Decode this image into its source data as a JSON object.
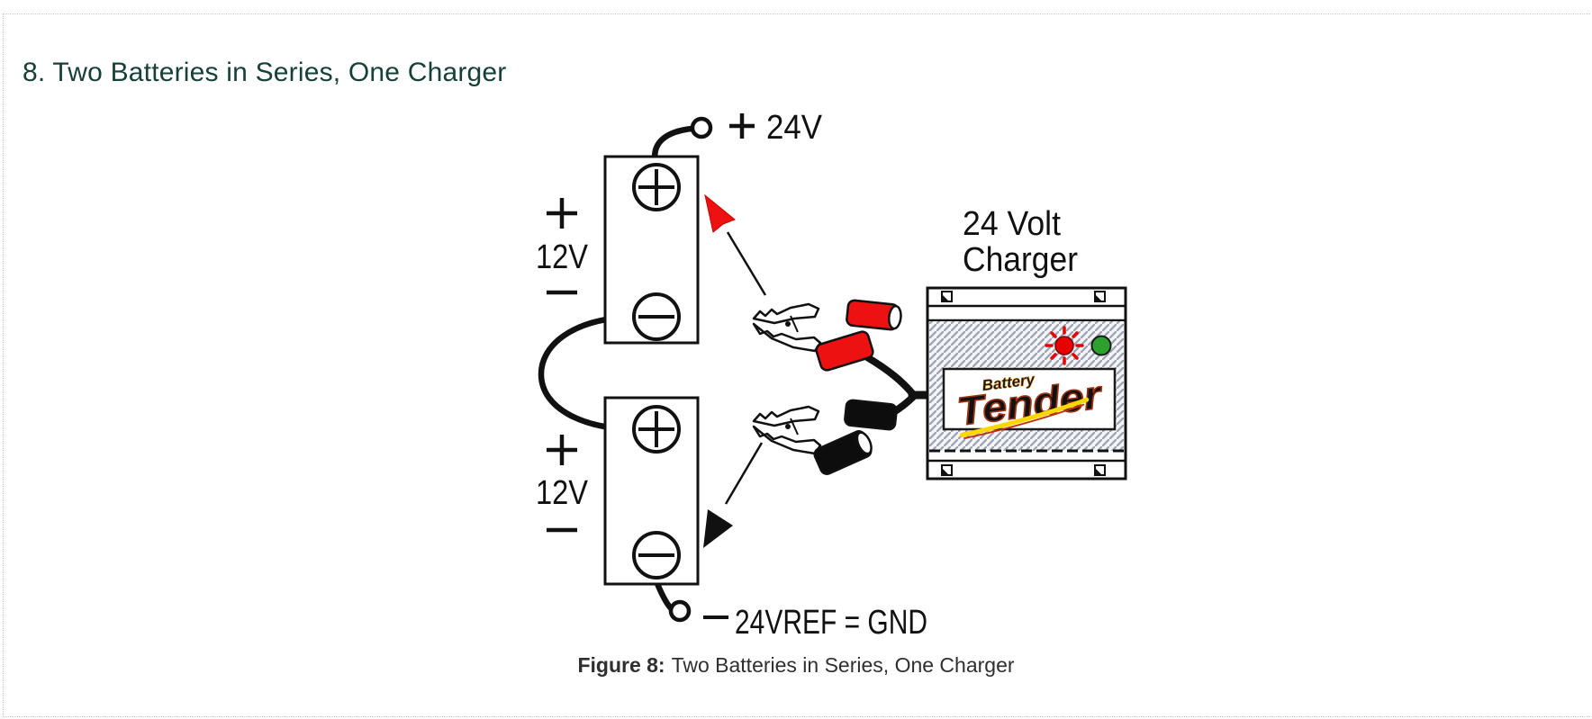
{
  "page": {
    "heading": "8. Two Batteries in Series, One Charger"
  },
  "diagram": {
    "battery_top": {
      "voltage": "12V"
    },
    "battery_bottom": {
      "voltage": "12V"
    },
    "output_positive": "24V",
    "output_negative": "24VREF = GND",
    "charger": {
      "name_line1": "24 Volt",
      "name_line2": "Charger",
      "brand_top": "Battery",
      "brand": "Tender"
    }
  },
  "caption": {
    "label": "Figure 8:",
    "text": "Two Batteries in Series, One Charger"
  },
  "colors": {
    "heading": "#164038",
    "caption": "#2f2f2f",
    "diagram_line": "#111111",
    "clamp_red": "#ee1111",
    "led_red": "#e60000",
    "led_green": "#2da02d",
    "logo_yellow": "#ffd700",
    "logo_outline": "#a03010",
    "panel_border_dotted": "#c9c2c9"
  }
}
